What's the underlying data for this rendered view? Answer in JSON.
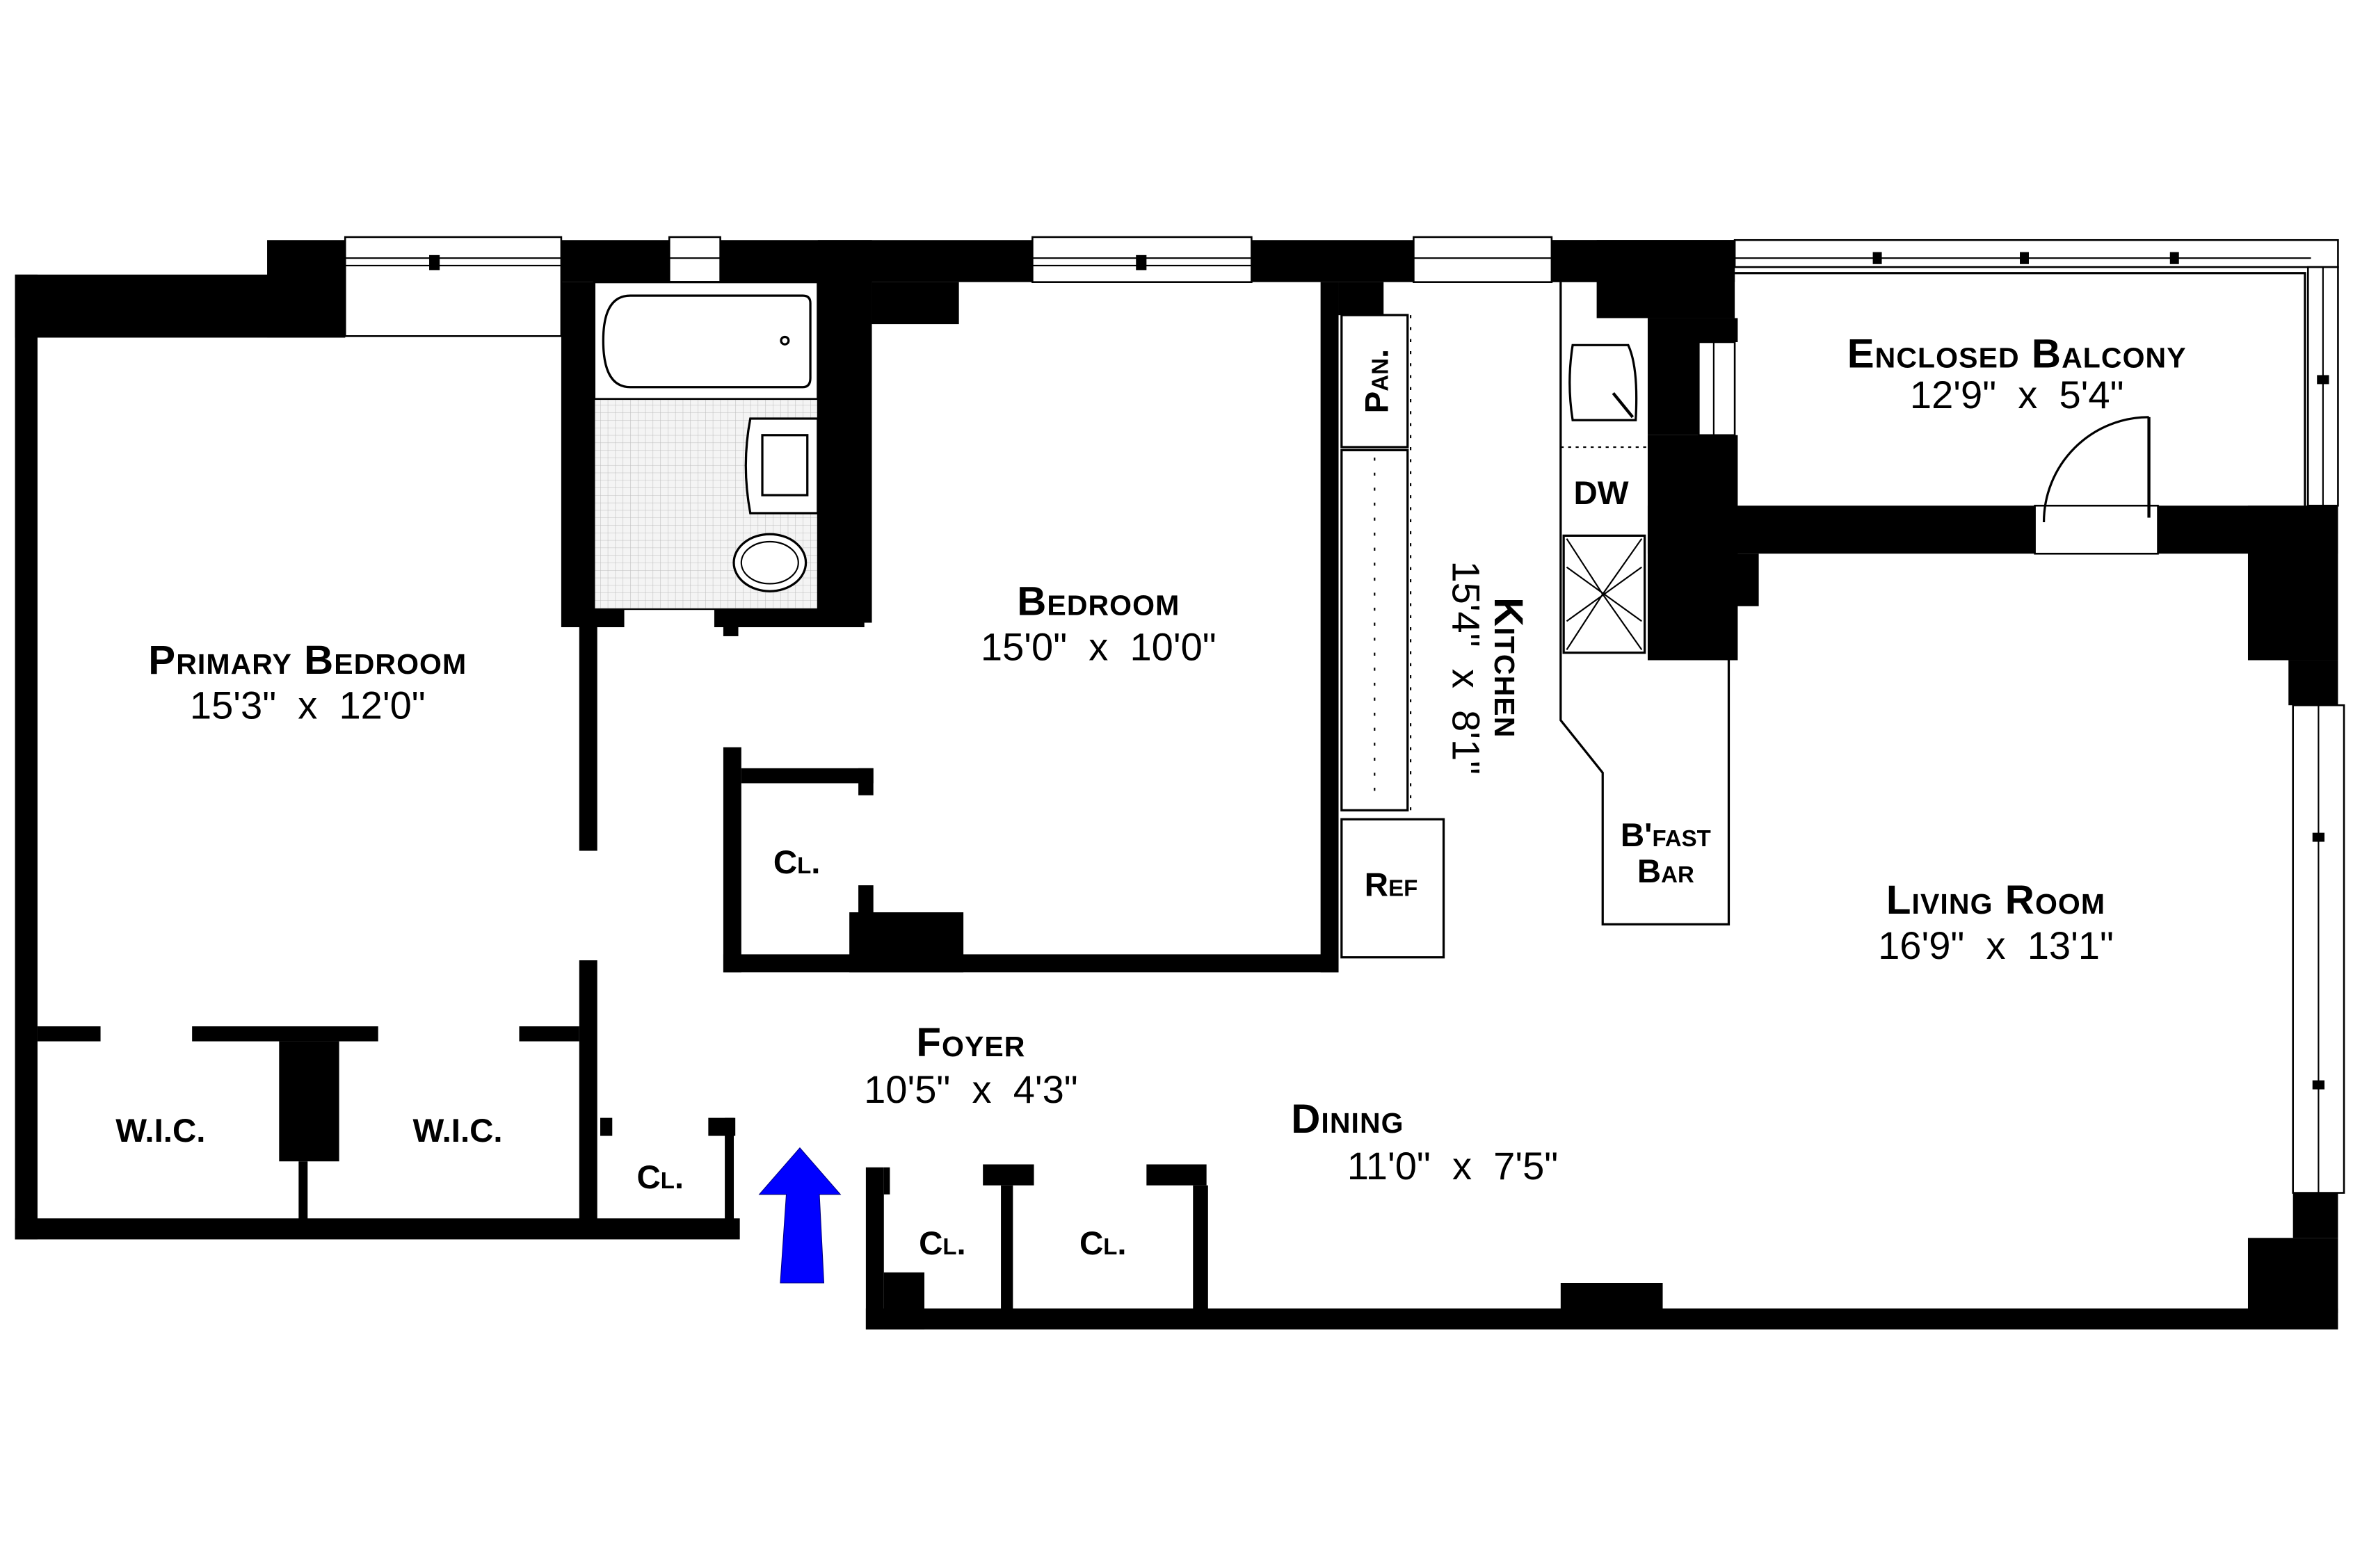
{
  "plan": {
    "rooms": [
      {
        "id": "primary-bedroom",
        "name": "Primary Bedroom",
        "dims": "15'3\"  x  12'0\""
      },
      {
        "id": "bedroom",
        "name": "Bedroom",
        "dims": "15'0\"  x  10'0\""
      },
      {
        "id": "kitchen",
        "name": "Kitchen",
        "dims": "15'4\"  x  8'1\""
      },
      {
        "id": "enclosed-balcony",
        "name": "Enclosed Balcony",
        "dims": "12'9\"  x  5'4\""
      },
      {
        "id": "living-room",
        "name": "Living Room",
        "dims": "16'9\"  x  13'1\""
      },
      {
        "id": "foyer",
        "name": "Foyer",
        "dims": "10'5\"  x  4'3\""
      },
      {
        "id": "dining",
        "name": "Dining",
        "dims": "11'0\"  x  7'5\""
      }
    ],
    "fixtures": {
      "pantry": "Pan.",
      "dishwasher": "DW",
      "refrigerator": "Ref",
      "breakfast_bar_line1": "B'fast",
      "breakfast_bar_line2": "Bar"
    },
    "closets": {
      "wic_left": "W.I.C.",
      "wic_right": "W.I.C.",
      "cl_bedroom": "Cl.",
      "cl_foyer": "Cl.",
      "cl_dining_1": "Cl.",
      "cl_dining_2": "Cl."
    },
    "entry_arrow_color": "#0000FF",
    "wall_color": "#000000",
    "background": "#FFFFFF"
  }
}
